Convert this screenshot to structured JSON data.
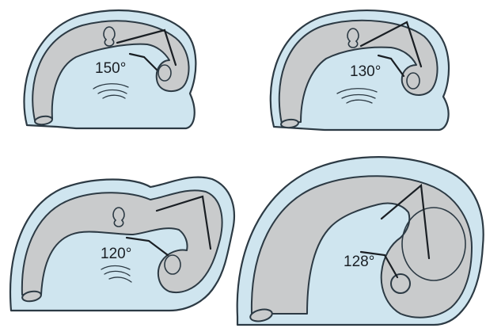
{
  "panels": [
    {
      "id": "top-left",
      "angle_label": "150°"
    },
    {
      "id": "top-right",
      "angle_label": "130°"
    },
    {
      "id": "bottom-left",
      "angle_label": "120°"
    },
    {
      "id": "bottom-right",
      "angle_label": "128°"
    }
  ],
  "colors": {
    "background": "#ffffff",
    "surface_fill": "#cfe5ef",
    "tube_fill": "#c9cbcc",
    "outline": "#2c3a44"
  }
}
